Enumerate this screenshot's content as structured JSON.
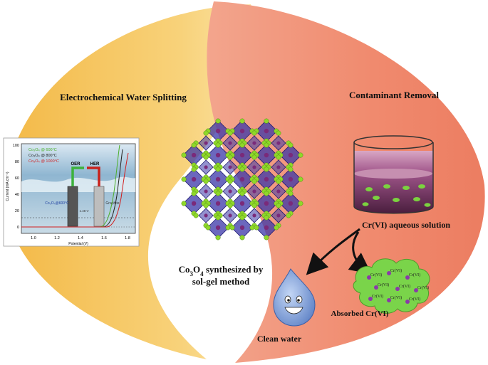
{
  "left_panel": {
    "title": "Electrochemical Water Splitting",
    "inset_plot": {
      "ylabel": "Current (mA cm⁻²)",
      "xlabel": "Potential (V)",
      "y_ticks": [
        "100",
        "80",
        "60",
        "40",
        "20",
        "0"
      ],
      "x_ticks": [
        "1.0",
        "1.2",
        "1.4",
        "1.6",
        "1.8"
      ],
      "legend": [
        {
          "label": "Co₃O₄ @ 600°C",
          "color": "#4caf2a"
        },
        {
          "label": "Co₃O₄ @ 800°C",
          "color": "#222222"
        },
        {
          "label": "Co₃O₄ @ 1000°C",
          "color": "#d11f1f"
        }
      ],
      "oer_label": "OER",
      "her_label": "HER",
      "electrode_left_label": "Co₃O₄@600°C",
      "electrode_right_label": "Graphite",
      "overpotential_label": "1.48 V"
    }
  },
  "center": {
    "caption_line1_prefix": "Co",
    "caption_sub1": "3",
    "caption_mid": "O",
    "caption_sub2": "4",
    "caption_line1_suffix": " synthesized by",
    "caption_line2": "sol-gel method"
  },
  "right_panel": {
    "title": "Contaminant Removal",
    "solution_label": "Cr(VI) aqueous solution",
    "absorbed_label": "Absorbed Cr(VI)",
    "clean_water_label": "Clean water",
    "adsorbent_tags": [
      "Cr(VI)",
      "Cr(VI)",
      "Cr(VI)",
      "Cr(VI)",
      "Cr(VI)",
      "Cr(VI)",
      "Cr(VI)",
      "Cr(VI)",
      "Cr(VI)"
    ]
  },
  "colors": {
    "left_fill": "#f6c560",
    "right_fill": "#f19880",
    "crystal_blue": "#3a36a8",
    "atom_green": "#8fd82a",
    "solution_purple": "#6b2d5c",
    "droplet_blue": "#7f9fd9",
    "adsorbent_green": "#7ad44a"
  }
}
